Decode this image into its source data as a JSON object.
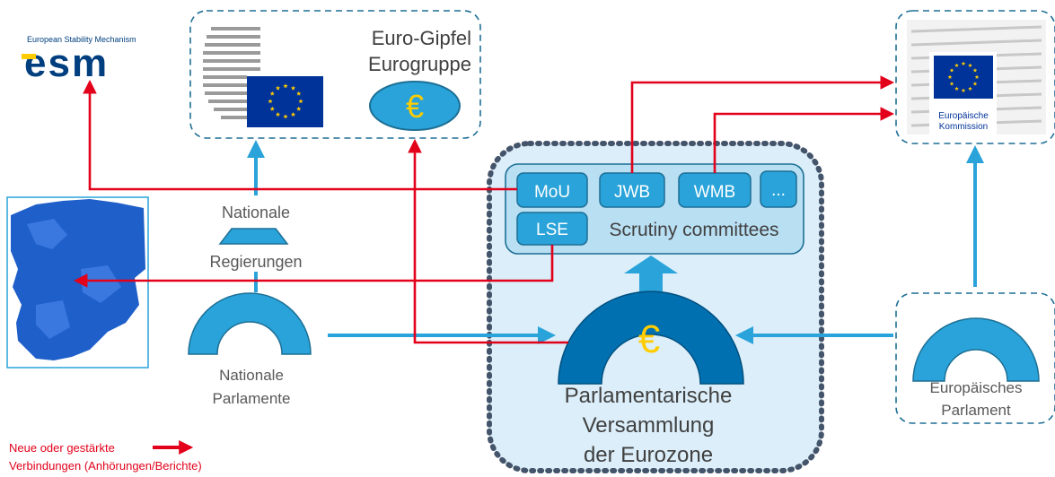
{
  "esm": {
    "caption": "European Stability Mechanism",
    "logo_text": "esm"
  },
  "euro_summit": {
    "line1": "Euro-Gipfel",
    "line2": "Eurogruppe",
    "coin_symbol": "€"
  },
  "commission": {
    "line1": "Europäische",
    "line2": "Kommission"
  },
  "national_governments": {
    "line1": "Nationale",
    "line2": "Regierungen"
  },
  "national_parliaments": {
    "line1": "Nationale",
    "line2": "Parlamente"
  },
  "european_parliament": {
    "line1": "Europäisches",
    "line2": "Parlament"
  },
  "assembly": {
    "symbol": "€",
    "line1": "Parlamentarische",
    "line2": "Versammlung",
    "line3": "der Eurozone"
  },
  "committees": {
    "items": [
      "MoU",
      "JWB",
      "WMB",
      "...",
      "LSE"
    ],
    "label": "Scrutiny committees"
  },
  "legend": {
    "line1": "Neue oder gestärkte",
    "line2": "Verbindungen (Anhörungen/Berichte)"
  },
  "colors": {
    "red_connection": "#e2001a",
    "blue_connection": "#29a3d9",
    "euro_yellow": "#ffcc00",
    "eu_blue": "#003399",
    "assembly_dark": "#0070b0",
    "label_gray": "#595959"
  }
}
